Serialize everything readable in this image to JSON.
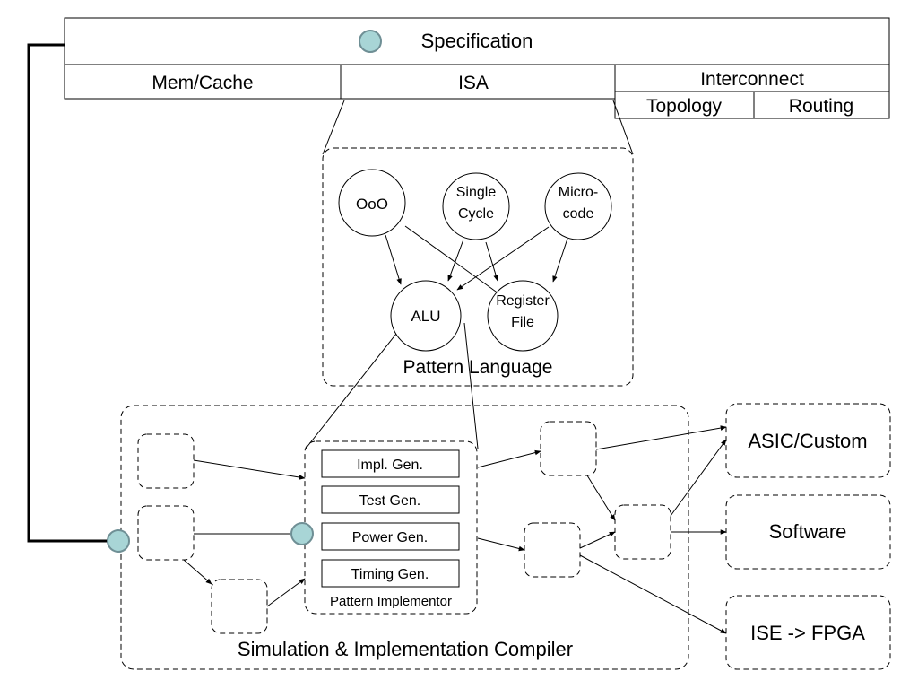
{
  "specification": {
    "title": "Specification",
    "cells": {
      "mem_cache": "Mem/Cache",
      "isa": "ISA",
      "interconnect": "Interconnect",
      "topology": "Topology",
      "routing": "Routing"
    }
  },
  "pattern_language": {
    "label": "Pattern Language",
    "nodes": {
      "ooo": [
        "OoO"
      ],
      "single_cycle": [
        "Single",
        "Cycle"
      ],
      "microcode": [
        "Micro-",
        "code"
      ],
      "alu": [
        "ALU"
      ],
      "register_file": [
        "Register",
        "File"
      ]
    }
  },
  "compiler": {
    "label": "Simulation & Implementation Compiler",
    "implementor": {
      "label": "Pattern Implementor",
      "generators": [
        "Impl. Gen.",
        "Test Gen.",
        "Power Gen.",
        "Timing Gen."
      ]
    }
  },
  "targets": {
    "asic": "ASIC/Custom",
    "software": "Software",
    "fpga": "ISE -> FPGA"
  },
  "colors": {
    "connector_dot": "#a8d5d6",
    "connector_dot_border": "#6f8f95",
    "line": "#000000"
  }
}
